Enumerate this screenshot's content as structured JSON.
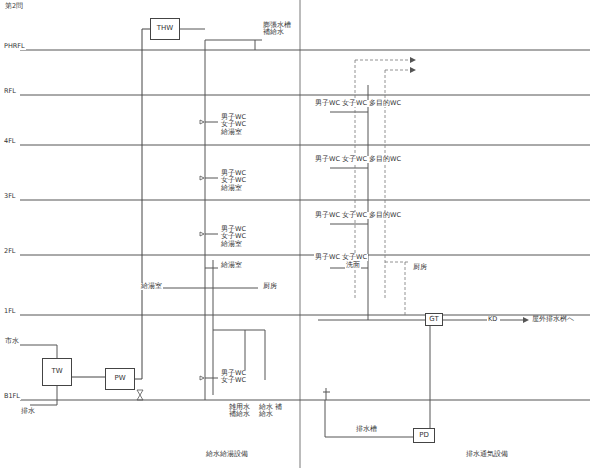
{
  "diagram": {
    "nodes": [
      {
        "text": [
          "THW"
        ]
      },
      {
        "text": [
          "TW"
        ]
      },
      {
        "text": [
          "PW"
        ]
      },
      {
        "text": [
          "GT"
        ]
      },
      {
        "text": [
          "PD"
        ]
      }
    ],
    "edges": [
      {
        "from": 1,
        "to": 2,
        "arrow": "none"
      },
      {
        "from": 2,
        "to": 0,
        "arrow": "none"
      }
    ],
    "labels": [
      "第2問",
      "PHRFL",
      "RFL",
      "4FL",
      "3FL",
      "2FL",
      "1FL",
      "B1FL",
      "膨張水槽 補給水",
      "男子WC 女子WC 給湯室",
      "男子WC 女子WC 給湯室",
      "男子WC 女子WC 給湯室",
      "給湯室",
      "給湯室",
      "厨房",
      "男子WC 女子WC",
      "雑用水 補給水",
      "給水 補給水",
      "市水",
      "排水",
      "男子WC 女子WC 多目的WC",
      "男子WC 女子WC 多目的WC",
      "男子WC 女子WC 多目的WC",
      "男子WC 女子WC",
      "洗面",
      "厨房",
      "KD",
      "屋外排水桝へ",
      "排水槽",
      "給水給湯設備",
      "排水通気設備"
    ]
  }
}
